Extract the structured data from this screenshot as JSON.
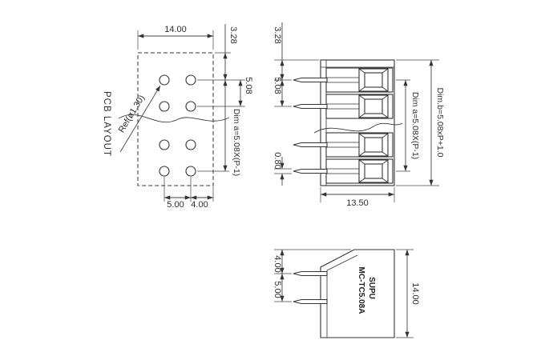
{
  "colors": {
    "line": "#333333",
    "background": "#ffffff"
  },
  "views": {
    "pcb_layout": {
      "label": "PCB LAYOUT",
      "ref_label": "Ref(ø1.30)",
      "dim_width": "14.00",
      "dim_hole_spacing": "5.00",
      "dim_hole_to_edge": "4.00",
      "dim_top_offset": "3.28",
      "dim_pitch": "5.08",
      "dim_a": "Dim a=5.08X(P-1)"
    },
    "front_view": {
      "dim_top_offset": "3.28",
      "dim_pitch": "5.08",
      "dim_pin_width": "0.80",
      "dim_body_depth": "13.50",
      "dim_a": "Dim a=5.08X(P-1)",
      "dim_b": "Dim.b=5.08xP+1.0"
    },
    "side_view": {
      "brand": "SUPU",
      "model": "MC-TC5.08A",
      "dim_pin_to_top": "4.00",
      "dim_pin_spacing": "5.00",
      "dim_height": "14.00"
    }
  }
}
